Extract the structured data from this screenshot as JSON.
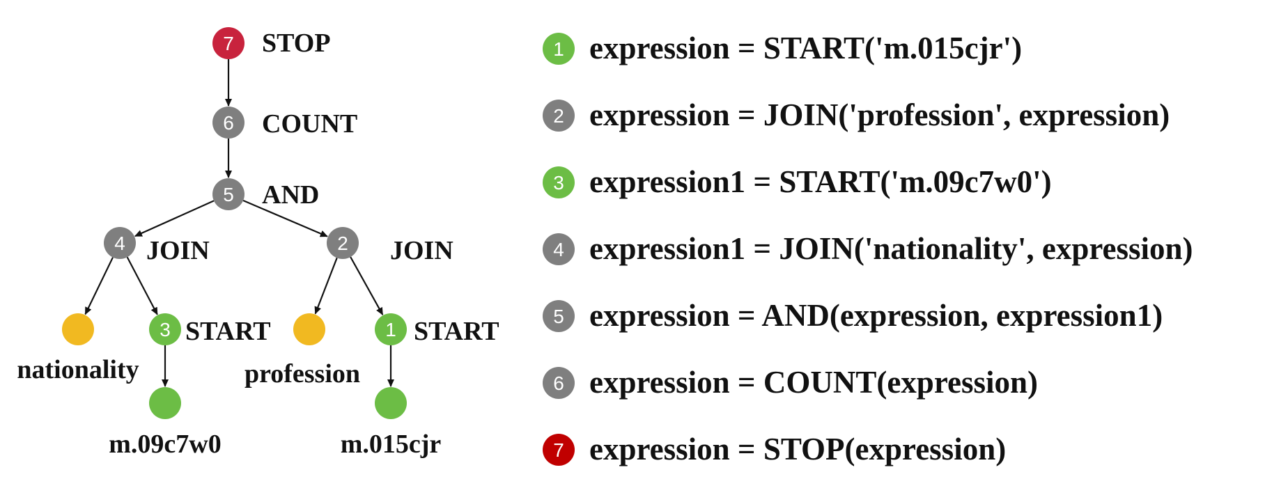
{
  "colors": {
    "stop": "#c8233d",
    "op": "#7f7f7f",
    "start": "#6cbd45",
    "relation": "#f1b921",
    "entity": "#6cbd45",
    "legend_stop": "#c00000",
    "text": "#111111"
  },
  "tree": {
    "nodes": [
      {
        "id": "n7",
        "number": "7",
        "label": "STOP",
        "kind": "stop"
      },
      {
        "id": "n6",
        "number": "6",
        "label": "COUNT",
        "kind": "op"
      },
      {
        "id": "n5",
        "number": "5",
        "label": "AND",
        "kind": "op"
      },
      {
        "id": "n4",
        "number": "4",
        "label": "JOIN",
        "kind": "op"
      },
      {
        "id": "n2",
        "number": "2",
        "label": "JOIN",
        "kind": "op"
      },
      {
        "id": "r_nat",
        "number": "",
        "label": "nationality",
        "kind": "relation"
      },
      {
        "id": "n3",
        "number": "3",
        "label": "START",
        "kind": "start"
      },
      {
        "id": "r_prof",
        "number": "",
        "label": "profession",
        "kind": "relation"
      },
      {
        "id": "n1",
        "number": "1",
        "label": "START",
        "kind": "start"
      },
      {
        "id": "e_m09",
        "number": "",
        "label": "m.09c7w0",
        "kind": "entity"
      },
      {
        "id": "e_m015",
        "number": "",
        "label": "m.015cjr",
        "kind": "entity"
      }
    ],
    "edges": [
      [
        "n7",
        "n6"
      ],
      [
        "n6",
        "n5"
      ],
      [
        "n5",
        "n4"
      ],
      [
        "n5",
        "n2"
      ],
      [
        "n4",
        "r_nat"
      ],
      [
        "n4",
        "n3"
      ],
      [
        "n2",
        "r_prof"
      ],
      [
        "n2",
        "n1"
      ],
      [
        "n3",
        "e_m09"
      ],
      [
        "n1",
        "e_m015"
      ]
    ]
  },
  "steps": [
    {
      "number": "1",
      "kind": "start",
      "text": "expression = START('m.015cjr')"
    },
    {
      "number": "2",
      "kind": "op",
      "text": "expression = JOIN('profession', expression)"
    },
    {
      "number": "3",
      "kind": "start",
      "text": "expression1 = START('m.09c7w0')"
    },
    {
      "number": "4",
      "kind": "op",
      "text": "expression1 = JOIN('nationality', expression)"
    },
    {
      "number": "5",
      "kind": "op",
      "text": "expression = AND(expression, expression1)"
    },
    {
      "number": "6",
      "kind": "op",
      "text": "expression = COUNT(expression)"
    },
    {
      "number": "7",
      "kind": "legend_stop",
      "text": "expression = STOP(expression)"
    }
  ]
}
